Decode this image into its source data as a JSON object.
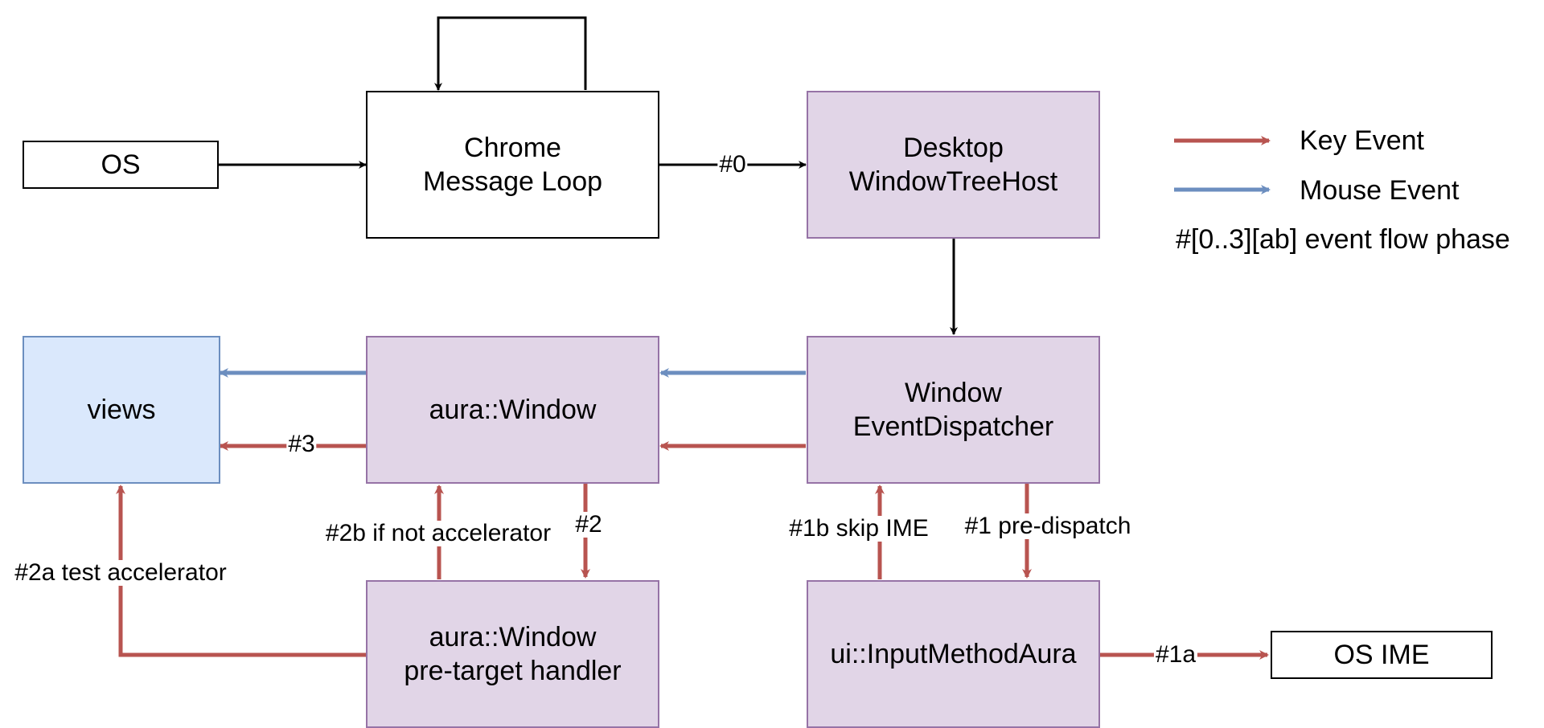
{
  "nodes": {
    "os": "OS",
    "chrome_loop": [
      "Chrome",
      "Message Loop"
    ],
    "desktop_host": [
      "Desktop",
      "WindowTreeHost"
    ],
    "views": "views",
    "aura_window": "aura::Window",
    "event_dispatcher": [
      "Window",
      "EventDispatcher"
    ],
    "pretarget_handler": [
      "aura::Window",
      "pre-target handler"
    ],
    "input_method": "ui::InputMethodAura",
    "os_ime": "OS IME"
  },
  "edge_labels": {
    "phase0": "#0",
    "phase3": "#3",
    "phase2": "#2",
    "phase2a": "#2a test accelerator",
    "phase2b": "#2b if not accelerator",
    "phase1": "#1 pre-dispatch",
    "phase1b": "#1b skip IME",
    "phase1a": "#1a"
  },
  "legend": {
    "key_event": "Key Event",
    "mouse_event": "Mouse Event",
    "phase_note": "#[0..3][ab] event flow phase"
  },
  "colors": {
    "key_event": "#b85450",
    "mouse_event": "#6c8ebf",
    "default_edge": "#000000",
    "purple_fill": "#e1d5e7",
    "purple_stroke": "#9673a6",
    "blue_fill": "#dae8fc"
  }
}
